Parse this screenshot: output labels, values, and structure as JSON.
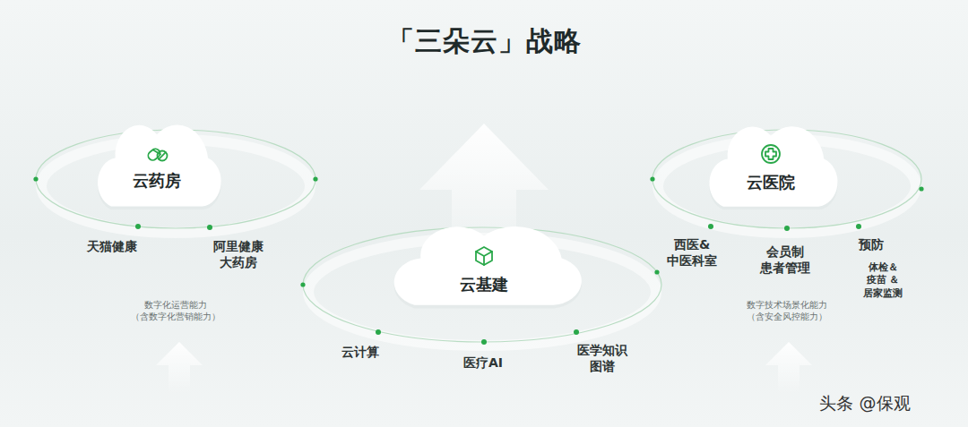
{
  "diagram": {
    "title": "「三朵云」战略",
    "nodes": [
      {
        "text": [
          "云药房"
        ]
      },
      {
        "text": [
          "云基建"
        ]
      },
      {
        "text": [
          "云医院"
        ]
      }
    ],
    "labels": [
      "天猫健康",
      "阿里健康 大药房",
      "数字化运营能力 （含数字化营销能力）",
      "云计算",
      "医疗AI",
      "医学知识 图谱",
      "西医& 中医科室",
      "会员制 患者管理",
      "预防",
      "体检＆疫苗 ＆居家监测",
      "数字技术场景化能力 （含安全风控能力）",
      "头条 @保观"
    ]
  }
}
